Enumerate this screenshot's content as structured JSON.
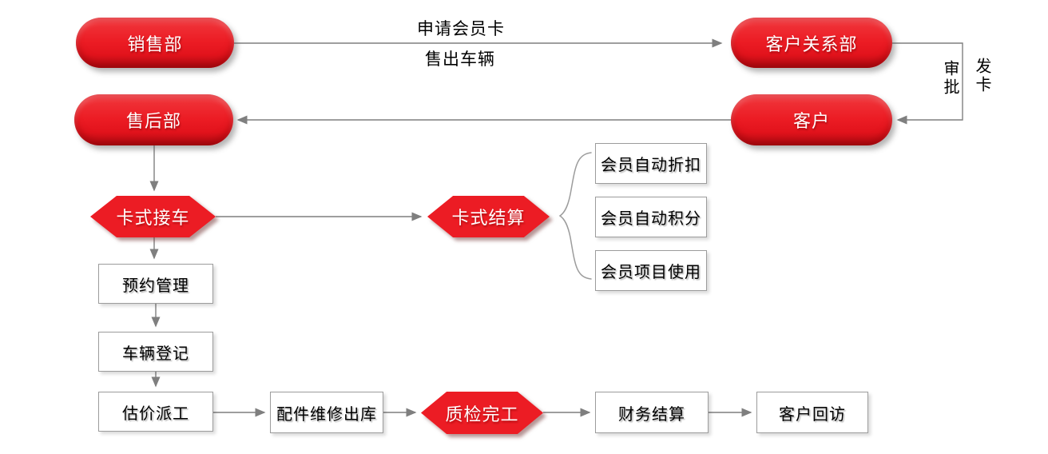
{
  "diagram": {
    "colors": {
      "node_red": "#ec1c24",
      "connector_gray": "#7f7f7f",
      "border_gray": "#9c9c9c"
    },
    "nodes": {
      "sales": {
        "label": "销售部",
        "shape": "pill"
      },
      "crm": {
        "label": "客户关系部",
        "shape": "pill"
      },
      "aftersales": {
        "label": "售后部",
        "shape": "pill"
      },
      "customer": {
        "label": "客户",
        "shape": "pill"
      },
      "card_reception": {
        "label": "卡式接车",
        "shape": "hexagon"
      },
      "card_settlement": {
        "label": "卡式结算",
        "shape": "hexagon"
      },
      "member_discount": {
        "label": "会员自动折扣",
        "shape": "box"
      },
      "member_points": {
        "label": "会员自动积分",
        "shape": "box"
      },
      "member_usage": {
        "label": "会员项目使用",
        "shape": "box"
      },
      "appointment": {
        "label": "预约管理",
        "shape": "box"
      },
      "registration": {
        "label": "车辆登记",
        "shape": "box"
      },
      "dispatch": {
        "label": "估价派工",
        "shape": "box"
      },
      "parts_out": {
        "label": "配件维修出库",
        "shape": "box"
      },
      "quality_done": {
        "label": "质检完工",
        "shape": "hexagon"
      },
      "finance": {
        "label": "财务结算",
        "shape": "box"
      },
      "revisit": {
        "label": "客户回访",
        "shape": "box"
      }
    },
    "edge_labels": {
      "apply_card": "申请会员卡",
      "sell_vehicle": "售出车辆",
      "approve": "审批",
      "issue_card": "发卡"
    }
  }
}
